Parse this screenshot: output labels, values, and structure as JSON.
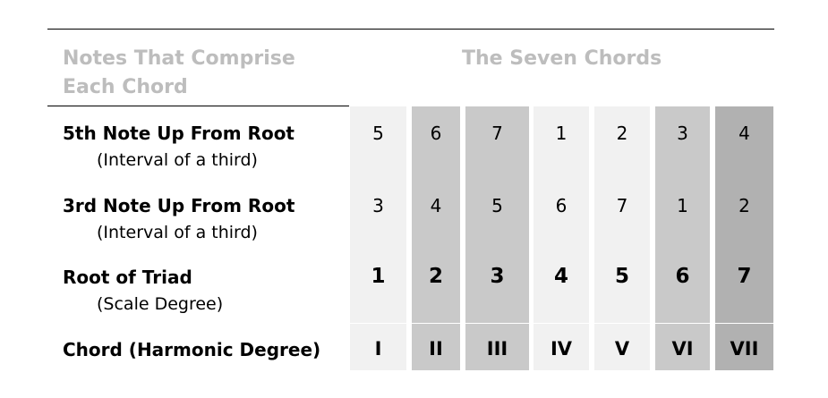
{
  "header": {
    "left_title": "Notes That Comprise Each Chord",
    "left_line1": "Notes That Comprise",
    "left_line2": "Each Chord",
    "right_title": "The Seven Chords"
  },
  "rows": [
    {
      "label": "5th Note Up From Root",
      "sublabel": "(Interval of a third)"
    },
    {
      "label": "3rd Note Up From Root",
      "sublabel": "(Interval of a third)"
    },
    {
      "label": "Root of Triad",
      "sublabel": "(Scale Degree)"
    },
    {
      "label": "Chord (Harmonic Degree)",
      "sublabel": ""
    }
  ],
  "columns": [
    {
      "fifth": "5",
      "third": "3",
      "root": "1",
      "chord": "I",
      "color": "#f1f1f1"
    },
    {
      "fifth": "6",
      "third": "4",
      "root": "2",
      "chord": "II",
      "color": "#c9c9c9"
    },
    {
      "fifth": "7",
      "third": "5",
      "root": "3",
      "chord": "III",
      "color": "#c9c9c9"
    },
    {
      "fifth": "1",
      "third": "6",
      "root": "4",
      "chord": "IV",
      "color": "#f1f1f1"
    },
    {
      "fifth": "2",
      "third": "7",
      "root": "5",
      "chord": "V",
      "color": "#f1f1f1"
    },
    {
      "fifth": "3",
      "third": "1",
      "root": "6",
      "chord": "VI",
      "color": "#c9c9c9"
    },
    {
      "fifth": "4",
      "third": "2",
      "root": "7",
      "chord": "VII",
      "color": "#b1b1b1"
    }
  ]
}
